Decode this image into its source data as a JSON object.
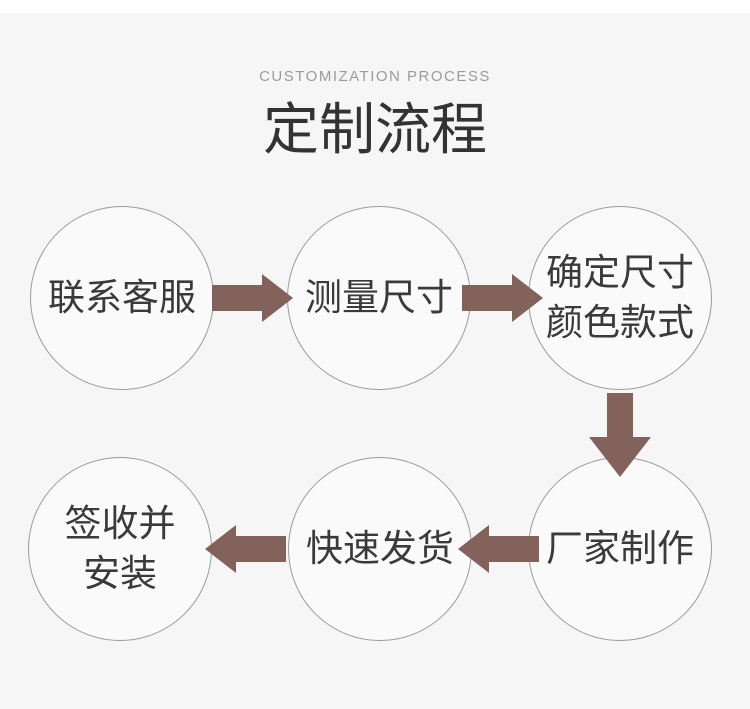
{
  "header": {
    "subtitle": "CUSTOMIZATION PROCESS",
    "title": "定制流程"
  },
  "colors": {
    "background": "#f6f6f7",
    "arrow": "#82625a",
    "circle_border": "#9a9aa0",
    "circle_fill": "#fafafa",
    "title_text": "#333333",
    "subtitle_text": "#9b9b9b",
    "step_text": "#3a3a3a"
  },
  "steps": [
    {
      "id": "contact-service",
      "lines": [
        "联系客服"
      ]
    },
    {
      "id": "measure-size",
      "lines": [
        "测量尺寸"
      ]
    },
    {
      "id": "confirm-size-color-style",
      "lines": [
        "确定尺寸",
        "颜色款式"
      ]
    },
    {
      "id": "factory-production",
      "lines": [
        "厂家制作"
      ]
    },
    {
      "id": "fast-shipping",
      "lines": [
        "快速发货"
      ]
    },
    {
      "id": "sign-and-install",
      "lines": [
        "签收并",
        "安装"
      ]
    }
  ]
}
